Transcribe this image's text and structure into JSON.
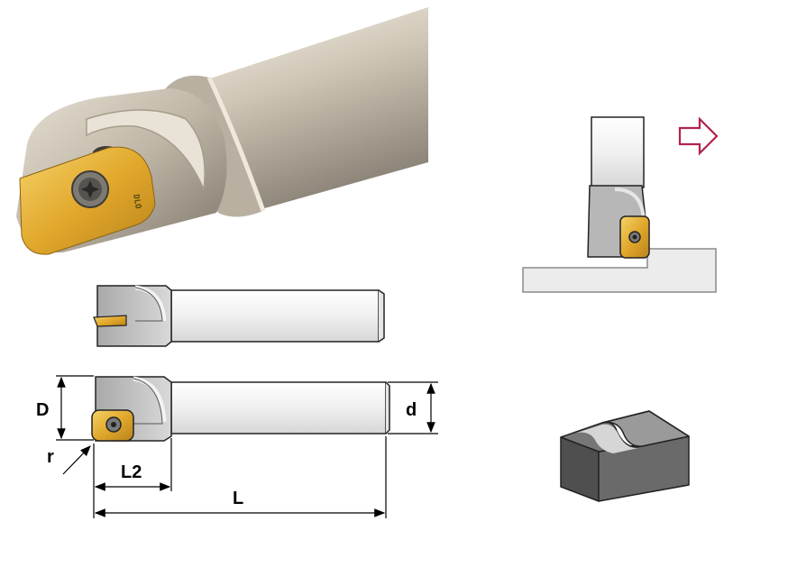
{
  "photo": {
    "insert_marking": "DLO"
  },
  "dimensions": {
    "D": "D",
    "d": "d",
    "r": "r",
    "L2": "L2",
    "L": "L"
  },
  "colors": {
    "insert_gold": "#e7b63a",
    "arrow_red": "#b0244a",
    "shank_light": "#f2f2f2",
    "head_gray": "#c4c4c4",
    "block_dark": "#5e5e5e"
  },
  "icons": {
    "feed_direction": "outline-arrow-right-icon"
  }
}
